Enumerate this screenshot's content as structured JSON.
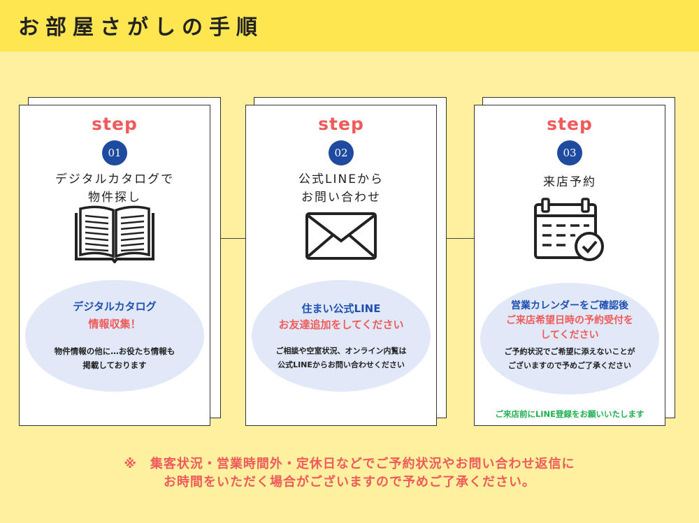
{
  "header": {
    "title": "お部屋さがしの手順"
  },
  "steps": [
    {
      "step_word": "step",
      "number": "01",
      "title": "デジタルカタログで\n物件探し",
      "icon": "open-book-icon",
      "highlight_line1": "デジタルカタログ",
      "highlight_line2": "情報収集！",
      "description": "物件情報の他に…お役たち情報も\n掲載しております"
    },
    {
      "step_word": "step",
      "number": "02",
      "title": "公式LINEから\nお問い合わせ",
      "icon": "envelope-icon",
      "highlight_line1": "住まい公式LINE",
      "highlight_line2": "お友達追加をしてください",
      "description": "ご相談や空室状況、オンライン内覧は\n公式LINEからお問い合わせください"
    },
    {
      "step_word": "step",
      "number": "03",
      "title": "来店予約",
      "icon": "calendar-check-icon",
      "highlight_line1": "営業カレンダーをご確認後",
      "highlight_line2": "ご来店希望日時の予約受付を",
      "highlight_line3": "してください",
      "description": "ご予約状況でご希望に添えないことが\nございますので予めご了承ください",
      "note": "ご来店前にLINE登録をお願いいたします"
    }
  ],
  "footer": {
    "line1": "※　集客状況・営業時間外・定休日などでご予約状況やお問い合わせ返信に",
    "line2": "お時間をいただく場合がございますので予めご了承ください。"
  },
  "colors": {
    "background": "#fdf1a0",
    "header": "#fde64f",
    "accent_red": "#f05a5a",
    "accent_blue": "#1e4aa0",
    "bubble": "#e1e9f8",
    "note_green": "#20b050"
  }
}
